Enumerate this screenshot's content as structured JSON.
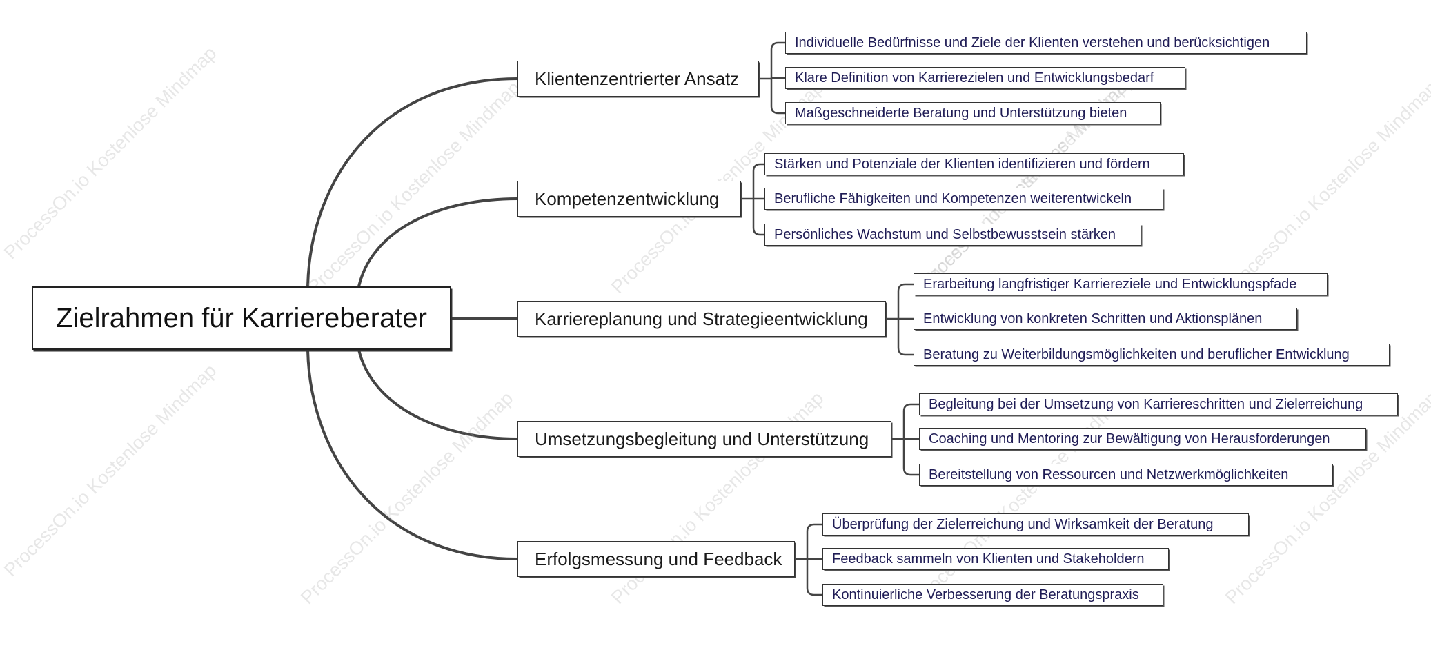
{
  "root": {
    "label": "Zielrahmen für Karriereberater"
  },
  "watermark": "ProcessOn.io Kostenlose Mindmap",
  "colors": {
    "stroke": "#444444",
    "leaf_text": "#1f1c55",
    "watermark": "#aaaaaa"
  },
  "branches": [
    {
      "label": "Klientenzentrierter Ansatz",
      "children": [
        "Individuelle Bedürfnisse und Ziele der Klienten verstehen und berücksichtigen",
        "Klare Definition von Karrierezielen und Entwicklungsbedarf",
        "Maßgeschneiderte Beratung und Unterstützung bieten"
      ]
    },
    {
      "label": "Kompetenzentwicklung",
      "children": [
        "Stärken und Potenziale der Klienten identifizieren und fördern",
        "Berufliche Fähigkeiten und Kompetenzen weiterentwickeln",
        "Persönliches Wachstum und Selbstbewusstsein stärken"
      ]
    },
    {
      "label": "Karriereplanung und Strategieentwicklung",
      "children": [
        "Erarbeitung langfristiger Karriereziele und Entwicklungspfade",
        "Entwicklung von konkreten Schritten und Aktionsplänen",
        "Beratung zu Weiterbildungsmöglichkeiten und beruflicher Entwicklung"
      ]
    },
    {
      "label": "Umsetzungsbegleitung und Unterstützung",
      "children": [
        "Begleitung bei der Umsetzung von Karriereschritten und Zielerreichung",
        "Coaching und Mentoring zur Bewältigung von Herausforderungen",
        "Bereitstellung von Ressourcen und Netzwerkmöglichkeiten"
      ]
    },
    {
      "label": "Erfolgsmessung und Feedback",
      "children": [
        "Überprüfung der Zielerreichung und Wirksamkeit der Beratung",
        "Feedback sammeln von Klienten und Stakeholdern",
        "Kontinuierliche Verbesserung der Beratungspraxis"
      ]
    }
  ]
}
